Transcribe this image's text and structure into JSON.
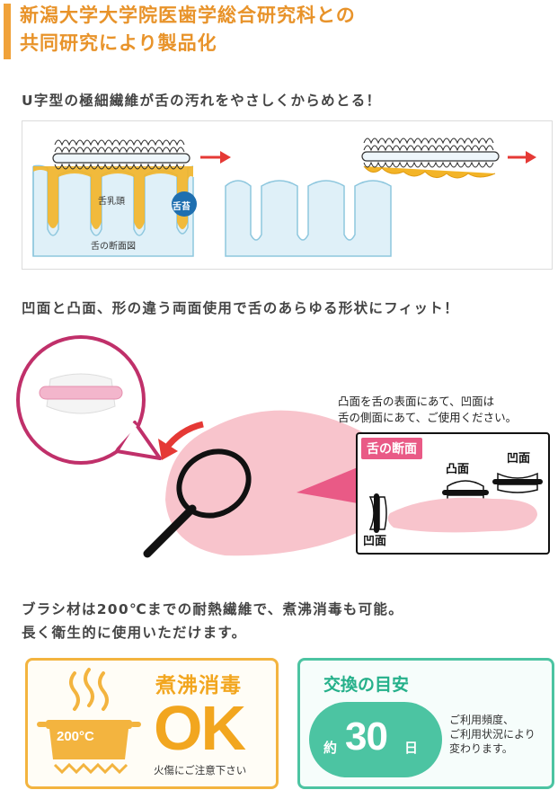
{
  "title": {
    "line1": "新潟大学大学院医歯学総合研究科との",
    "line2": "共同研究により製品化"
  },
  "section1": {
    "heading": "U字型の極細繊維が舌の汚れをやさしくからめとる！",
    "labels": {
      "papilla": "舌乳頭",
      "coating": "舌苔",
      "cross_section": "舌の断面図"
    }
  },
  "section2": {
    "heading": "凹面と凸面、形の違う両面使用で舌のあらゆる形状にフィット！",
    "instruction_line1": "凸面を舌の表面にあて、凹面は",
    "instruction_line2": "舌の側面にあて、ご使用ください。",
    "box_title": "舌の断面",
    "convex": "凸面",
    "concave_top": "凹面",
    "concave_side": "凹面"
  },
  "section3": {
    "heading_line1": "ブラシ材は200℃までの耐熱繊維で、煮沸消毒も可能。",
    "heading_line2": "長く衛生的に使用いただけます。"
  },
  "card_boil": {
    "title": "煮沸消毒",
    "ok": "OK",
    "pot_label": "200°C",
    "note": "火傷にご注意下さい"
  },
  "card_replace": {
    "title": "交換の目安",
    "prefix": "約",
    "number": "30",
    "suffix": "日",
    "note_line1": "ご利用頻度、",
    "note_line2": "ご利用状況により",
    "note_line3": "変わります。"
  },
  "colors": {
    "orange": "#e8932a",
    "pink": "#e95a86",
    "green": "#4cc4a2",
    "tongue_blue": "#dff0f8",
    "coating_yellow": "#f3b427",
    "arrow_red": "#e53935"
  }
}
